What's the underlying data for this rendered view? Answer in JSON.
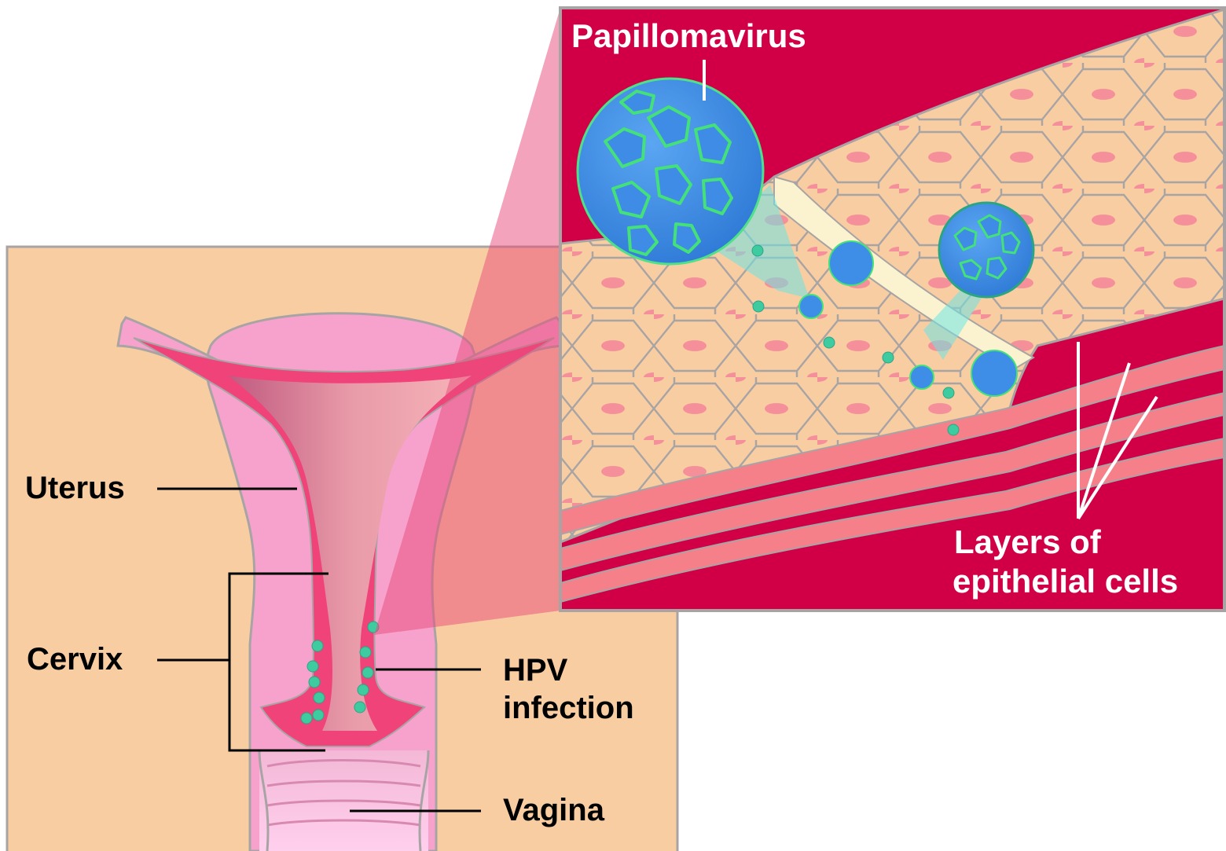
{
  "labels": {
    "uterus": "Uterus",
    "cervix": "Cervix",
    "hpv_line1": "HPV",
    "hpv_line2": "infection",
    "vagina": "Vagina",
    "papillomavirus": "Papillomavirus",
    "layers_line1": "Layers of",
    "layers_line2": "epithelial cells"
  },
  "colors": {
    "left_panel_bg": "#f9cda2",
    "uterus_body": "#f7a2cc",
    "uterine_lining": "#f0437a",
    "inset_bg": "#d10046",
    "epithelial_cell": "#f9cda2",
    "cell_nucleus": "#f5909a",
    "virus": "#3e8ee8",
    "virus_highlight": "#44e07a",
    "particle": "#3fcba0",
    "zoom_beam": "#e84a7a"
  }
}
